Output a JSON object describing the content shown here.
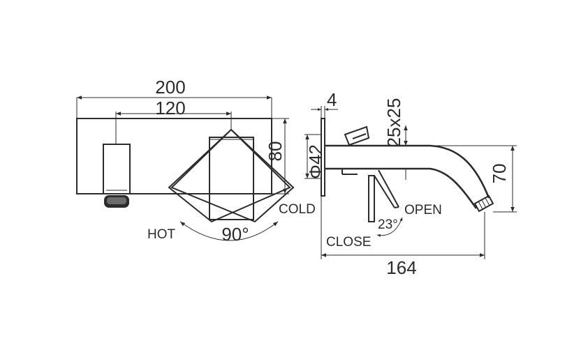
{
  "front_view": {
    "overall_width": "200",
    "spout_offset": "120",
    "plate_height": "80",
    "rotation_angle": "90°",
    "hot_label": "HOT",
    "cold_label": "COLD"
  },
  "side_view": {
    "plate_thickness": "4",
    "diameter": "Φ42",
    "handle_section": "25x25",
    "spout_height": "70",
    "projection": "164",
    "lever_angle": "23°",
    "open_label": "OPEN",
    "close_label": "CLOSE"
  }
}
